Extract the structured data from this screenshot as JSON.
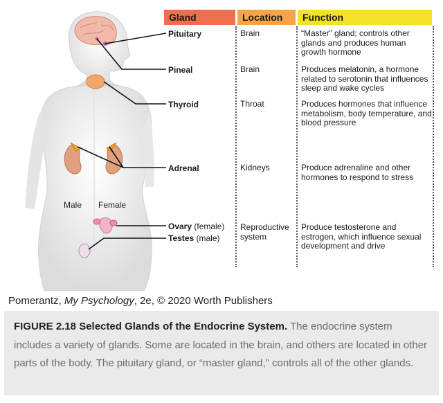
{
  "header": {
    "gland": "Gland",
    "location": "Location",
    "function": "Function"
  },
  "glands": [
    {
      "name": "Pituitary",
      "sub": "",
      "location": "Brain",
      "function": "“Master” gland; controls other glands and produces human growth hormone"
    },
    {
      "name": "Pineal",
      "sub": "",
      "location": "Brain",
      "function": "Produces melatonin, a hormone related to serotonin that influences sleep and wake cycles"
    },
    {
      "name": "Thyroid",
      "sub": "",
      "location": "Throat",
      "function": "Produces hormones that influence metabolism, body temperature, and blood pressure"
    },
    {
      "name": "Adrenal",
      "sub": "",
      "location": "Kidneys",
      "function": "Produce adrenaline and other hormones to respond to stress"
    },
    {
      "name": "Ovary",
      "sub": "(female)",
      "location": "Reproductive system",
      "function": "Produce testosterone and estrogen, which influence sexual development and drive"
    },
    {
      "name": "Testes",
      "sub": "(male)",
      "location": "",
      "function": ""
    }
  ],
  "labels": {
    "male": "Male",
    "female": "Female"
  },
  "credit": {
    "author": "Pomerantz, ",
    "book": "My Psychology",
    "rest": ", 2e, © 2020 Worth Publishers"
  },
  "caption": {
    "title": "FIGURE 2.18 Selected Glands of the Endocrine System.",
    "text": " The endocrine system includes a variety of glands. Some are located in the brain, and others are located in other parts of the body. The pituitary gland, or “master gland,” controls all of the other glands."
  },
  "colors": {
    "gland_header": "#ee6f4e",
    "location_header": "#f5a548",
    "function_header": "#f5e128",
    "caption_bg": "#eaeaea"
  }
}
